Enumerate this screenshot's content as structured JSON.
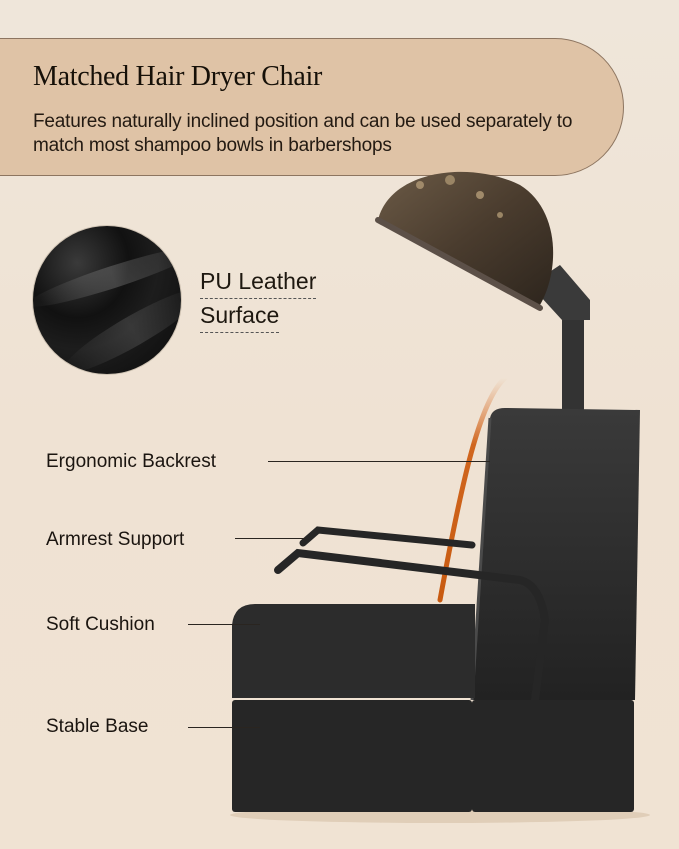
{
  "header": {
    "title": "Matched Hair Dryer Chair",
    "subtitle": "Features naturally inclined position and can be used separately to match most shampoo bowls in barbershops"
  },
  "material": {
    "swatch_icon": "leather-swatch",
    "label_line1": "PU Leather",
    "label_line2": "Surface"
  },
  "callouts": [
    {
      "label": "Ergonomic Backrest"
    },
    {
      "label": "Armrest Support"
    },
    {
      "label": "Soft Cushion"
    },
    {
      "label": "Stable Base"
    }
  ],
  "colors": {
    "background": "#efe4d6",
    "banner": "#dfc3a6",
    "chair": "#2b2b2b",
    "accent_curve": "#d0661f"
  }
}
